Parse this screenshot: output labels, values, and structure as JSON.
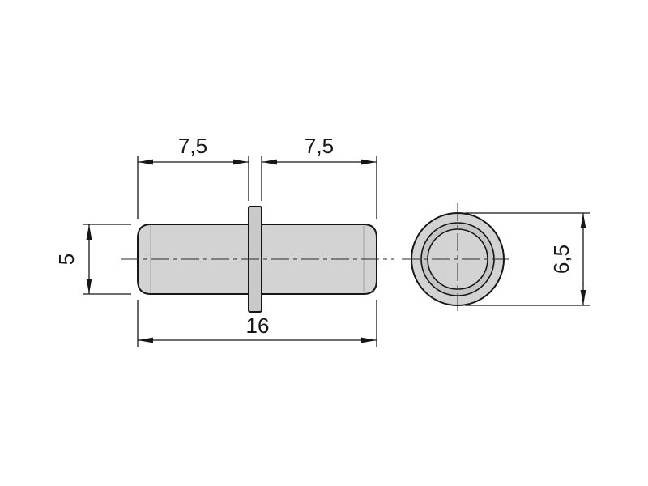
{
  "drawing": {
    "dimensions": {
      "left_segment": "7,5",
      "right_segment": "7,5",
      "pin_diameter": "5",
      "total_length": "16",
      "flange_diameter": "6,5"
    },
    "colors": {
      "background": "#ffffff",
      "body_fill": "#d3d3d3",
      "flange_fill": "#c9c9c9",
      "chamfer_ring_fill": "#c5c5c5",
      "line": "#161616"
    }
  }
}
